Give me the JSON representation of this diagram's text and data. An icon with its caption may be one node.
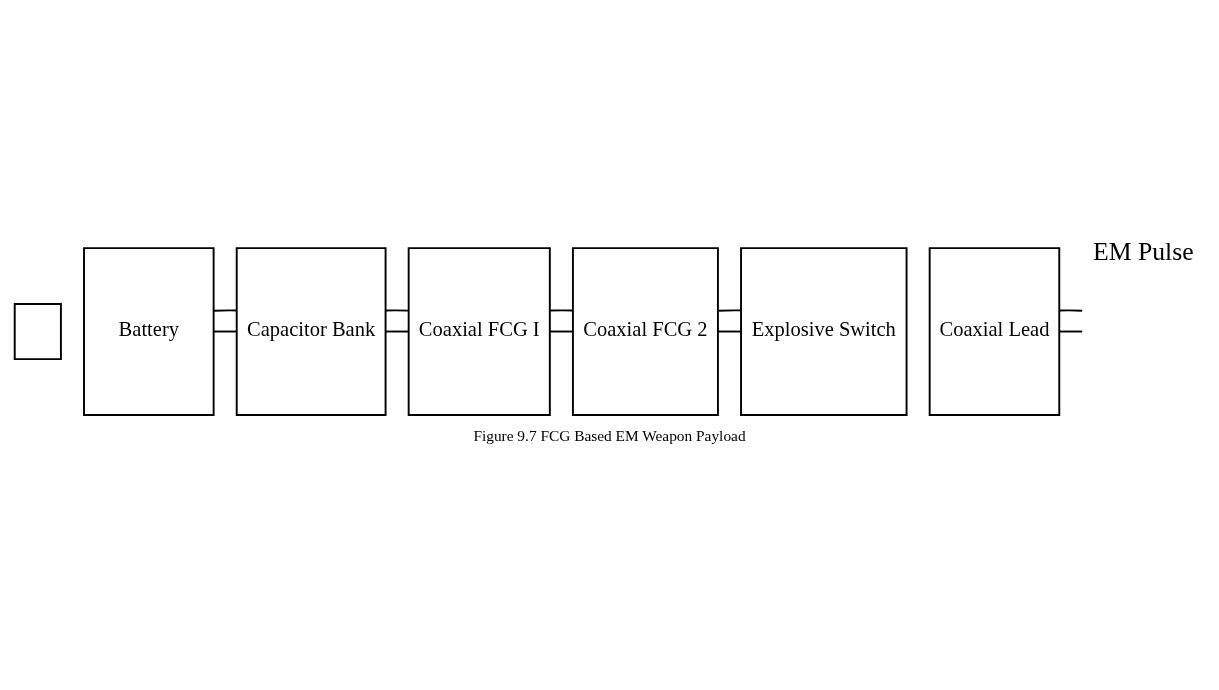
{
  "diagram": {
    "caption": "Figure 9.7 FCG Based EM Weapon Payload",
    "nodes": [
      {
        "text": [],
        "shape": "box"
      },
      {
        "text": [
          "Battery"
        ]
      },
      {
        "text": [
          "Capacitor Bank"
        ]
      },
      {
        "text": [
          "Coaxial FCG I"
        ]
      },
      {
        "text": [
          "Coaxial FCG 2"
        ]
      },
      {
        "text": [
          "Explosive Switch"
        ]
      },
      {
        "text": [
          "Coaxial Lead"
        ]
      },
      {
        "text": [
          "EM Pulse"
        ]
      }
    ],
    "edges": [
      {
        "from": 1,
        "to": 2,
        "arrow": "none"
      },
      {
        "from": 1,
        "to": 2,
        "arrow": "none"
      },
      {
        "from": 2,
        "to": 3,
        "arrow": "none"
      },
      {
        "from": 2,
        "to": 3,
        "arrow": "none"
      },
      {
        "from": 3,
        "to": 4,
        "arrow": "none"
      },
      {
        "from": 3,
        "to": 4,
        "arrow": "none"
      },
      {
        "from": 4,
        "to": 5,
        "arrow": "none"
      },
      {
        "from": 4,
        "to": 5,
        "arrow": "none"
      },
      {
        "from": 6,
        "to": 7,
        "arrow": "none"
      },
      {
        "from": 6,
        "to": 7,
        "arrow": "none"
      }
    ]
  }
}
